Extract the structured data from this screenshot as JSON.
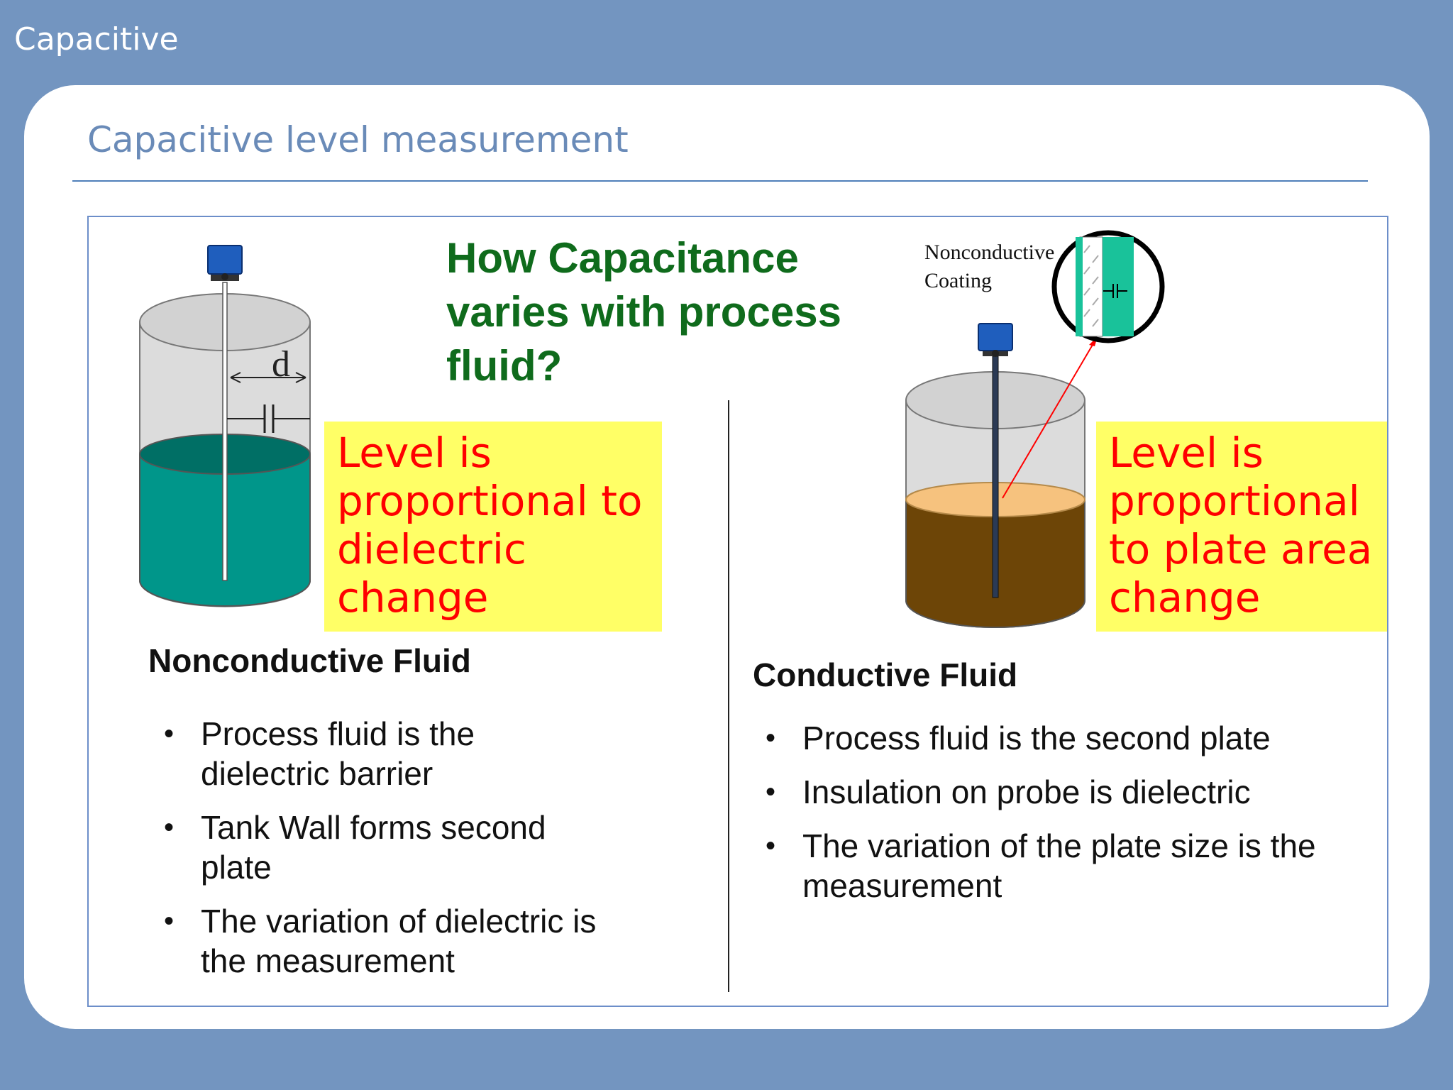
{
  "slide": {
    "header": "Capacitive",
    "title": "Capacitive level measurement"
  },
  "figure": {
    "heading": "How Capacitance varies with process fluid?",
    "left": {
      "distance_label": "d",
      "note": "Level is proportional to dielectric change",
      "fluid_title": "Nonconductive Fluid",
      "bullets": [
        "Process fluid is the dielectric barrier",
        "Tank Wall forms second plate",
        "The variation of dielectric is the measurement"
      ]
    },
    "right": {
      "coating_label_line1": "Nonconductive",
      "coating_label_line2": "Coating",
      "note": "Level is proportional to plate area change",
      "fluid_title": "Conductive Fluid",
      "bullets": [
        "Process fluid is the second plate",
        "Insulation on probe is dielectric",
        "The variation of the plate size is the measurement"
      ]
    },
    "bullet_symbol": "•"
  },
  "colors": {
    "background": "#7395c0",
    "title": "#6a8bb8",
    "heading": "#0f6b1c",
    "note_fill": "#ffff66",
    "note_text": "#ff0000",
    "teal_fluid": "#00968a",
    "brown_fluid": "#6d4507",
    "foam": "#f6c27e",
    "sensor_head": "#1f5ebd"
  }
}
